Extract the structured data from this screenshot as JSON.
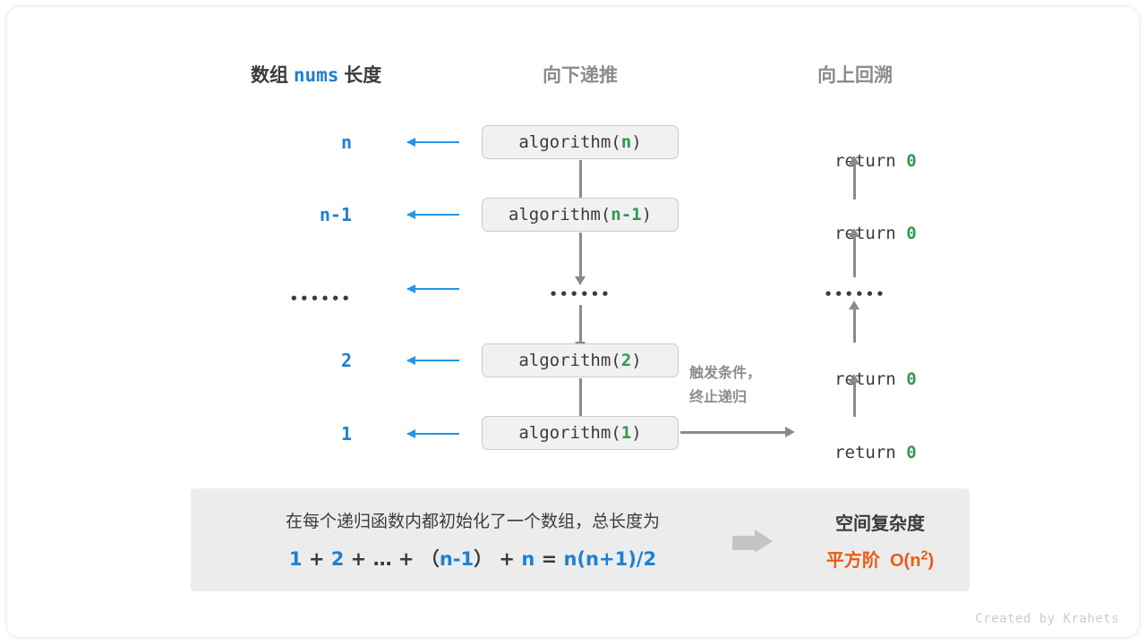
{
  "headers": {
    "left_prefix": "数组",
    "left_code": "nums",
    "left_suffix": "长度",
    "center": "向下递推",
    "right": "向上回溯"
  },
  "rows": [
    {
      "size": "n",
      "call_prefix": "algorithm(",
      "call_arg": "n",
      "call_suffix": ")",
      "ret_prefix": "return ",
      "ret_value": "0",
      "is_dots": false
    },
    {
      "size": "n-1",
      "call_prefix": "algorithm(",
      "call_arg": "n-1",
      "call_suffix": ")",
      "ret_prefix": "return ",
      "ret_value": "0",
      "is_dots": false
    },
    {
      "size": "••••••",
      "call_prefix": "",
      "call_arg": "",
      "call_suffix": "",
      "ret_prefix": "",
      "ret_value": "",
      "is_dots": true,
      "dots": "••••••"
    },
    {
      "size": "2",
      "call_prefix": "algorithm(",
      "call_arg": "2",
      "call_suffix": ")",
      "ret_prefix": "return ",
      "ret_value": "0",
      "is_dots": false
    },
    {
      "size": "1",
      "call_prefix": "algorithm(",
      "call_arg": "1",
      "call_suffix": ")",
      "ret_prefix": "return ",
      "ret_value": "0",
      "is_dots": false
    }
  ],
  "terminate_note": "触发条件，\n终止递归",
  "summary": {
    "text": "在每个递归函数内都初始化了一个数组，总长度为",
    "formula": {
      "t1": "1",
      "op1": " + ",
      "t2": "2",
      "op2": " + … + （",
      "t3": "n-1",
      "op3": "） + ",
      "t4": "n",
      "op4": " = ",
      "t5": "n(n+1)/2"
    },
    "complexity_title": "空间复杂度",
    "complexity_label": "平方阶",
    "complexity_big_o": "O(n",
    "complexity_exp": "2",
    "complexity_close": ")"
  },
  "footer": "Created by Krahets",
  "colors": {
    "blue": "#1f7fd0",
    "arrow_blue": "#2196e8",
    "green": "#2e9950",
    "gray": "#8a8a8a",
    "dark": "#3b3b3b",
    "orange": "#ea5a14",
    "box_fill": "#f1f1f1",
    "box_border": "#c9c9c9",
    "summary_fill": "#ececec"
  }
}
